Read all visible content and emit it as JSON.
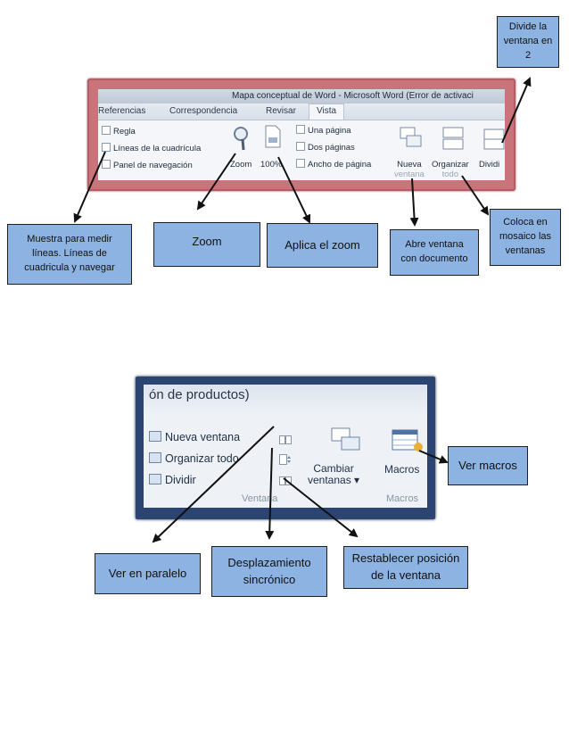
{
  "ribbon_view": {
    "title_bar": "Mapa conceptual de Word  -  Microsoft Word (Error de activaci",
    "tabs": [
      "Referencias",
      "Correspondencia",
      "Revisar",
      "Vista"
    ],
    "active_tab": "Vista",
    "show": {
      "ruler": "Regla",
      "gridlines": "Líneas de la cuadrícula",
      "nav_pane": "Panel de navegación"
    },
    "zoom": {
      "zoom_label": "Zoom",
      "percent_label": "100%",
      "one_page": "Una página",
      "two_pages": "Dos páginas",
      "page_width": "Ancho de página"
    },
    "window": {
      "new_window_top": "Nueva",
      "new_window_bottom": "ventana",
      "arrange_top": "Organizar",
      "arrange_bottom": "todo",
      "split": "Dividi"
    }
  },
  "ribbon_window": {
    "top_text": "ón de productos)",
    "new_window": "Nueva ventana",
    "arrange_all": "Organizar todo",
    "split": "Dividir",
    "switch_top": "Cambiar",
    "switch_bottom": "ventanas",
    "macros": "Macros",
    "group_window": "Ventana",
    "group_macros": "Macros"
  },
  "callouts": {
    "split_window": [
      "Divide la",
      "ventana en",
      "2"
    ],
    "ruler_grid": [
      "Muestra para medir",
      "líneas. Líneas de",
      "cuadricula y navegar"
    ],
    "zoom": [
      "Zoom"
    ],
    "apply_zoom": [
      "Aplica el zoom"
    ],
    "new_window": [
      "Abre ventana",
      "con documento"
    ],
    "arrange": [
      "Coloca en",
      "mosaico las",
      "ventanas"
    ],
    "macros": [
      "Ver macros"
    ],
    "side_by_side": [
      "Ver en paralelo"
    ],
    "sync_scroll": [
      "Desplazamiento",
      "sincrónico"
    ],
    "reset_position": [
      "Restablecer posición",
      "de la ventana"
    ]
  },
  "colors": {
    "callout_fill": "#8db3e2",
    "ribbon1_frame": "#c9737a",
    "ribbon2_frame": "#2b4471"
  }
}
